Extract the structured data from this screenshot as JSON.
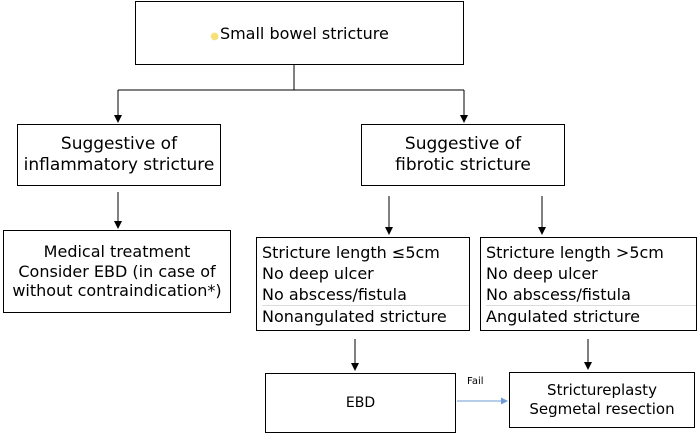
{
  "root": {
    "label": "Small bowel stricture"
  },
  "inflammatory": {
    "lines": [
      "Suggestive of",
      "inflammatory stricture"
    ]
  },
  "fibrotic": {
    "lines": [
      "Suggestive of",
      "fibrotic stricture"
    ]
  },
  "medical": {
    "lines": [
      "Medical treatment",
      "Consider EBD (in case of",
      "without contraindication*)"
    ]
  },
  "short_stricture": {
    "lines": [
      "Stricture length ≤5cm",
      "No deep ulcer",
      "No abscess/fistula",
      "Nonangulated stricture"
    ]
  },
  "long_stricture": {
    "lines": [
      "Stricture length >5cm",
      "No deep ulcer",
      "No abscess/fistula",
      "Angulated stricture"
    ]
  },
  "ebd": {
    "label": "EBD"
  },
  "surgery": {
    "lines": [
      "Strictureplasty",
      "Segmetal resection"
    ]
  },
  "edge_fail": {
    "label": "Fail"
  },
  "colors": {
    "line": "#000000",
    "fail_arrow": "#6e9bd6",
    "dot": "#f5e07a"
  }
}
